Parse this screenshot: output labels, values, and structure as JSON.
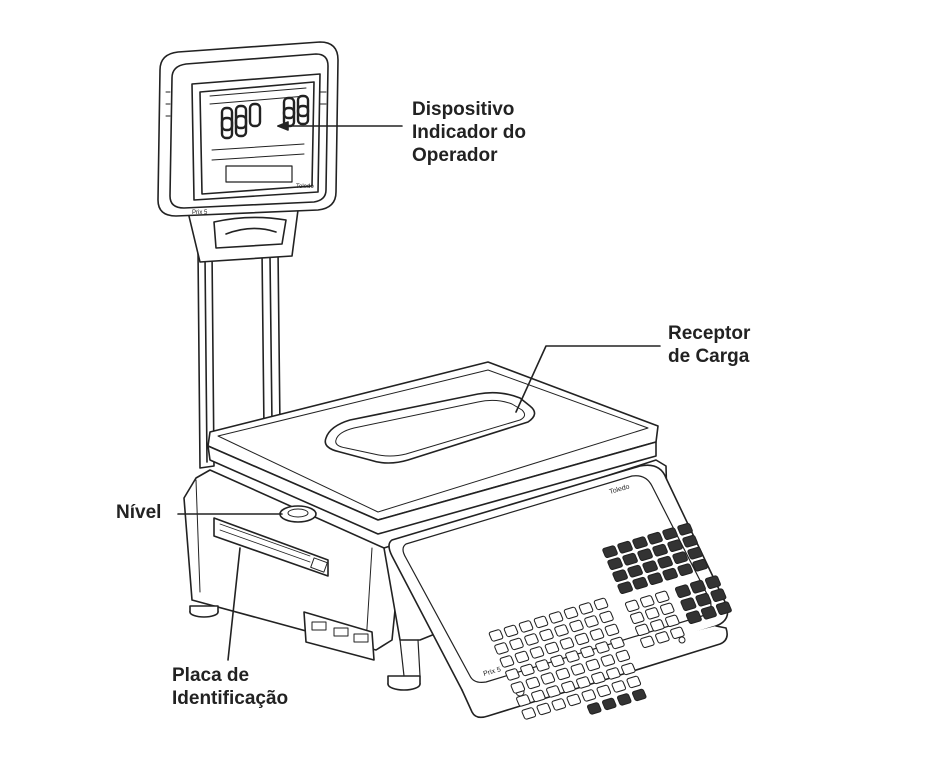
{
  "labels": {
    "operator_display": [
      "Dispositivo",
      "Indicador do",
      "Operador"
    ],
    "load_receptor": [
      "Receptor",
      "de Carga"
    ],
    "level": [
      "Nível"
    ],
    "id_plate": [
      "Placa de",
      "Identificação"
    ]
  },
  "device_marks": {
    "brand": "Toledo",
    "model": "Prix 5"
  },
  "colors": {
    "ink": "#222222",
    "label_text": "#222222",
    "dark_keys": "#333333",
    "background": "#ffffff"
  }
}
